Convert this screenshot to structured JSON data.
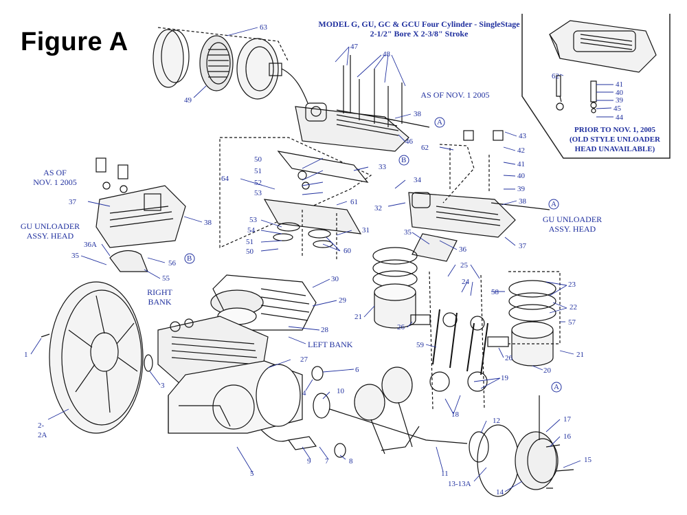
{
  "figure_title": "Figure A",
  "model_header": {
    "line1": "MODEL G, GU, GC & GCU Four Cylinder - SingleStage",
    "line2": "2-1/2\" Bore X 2-3/8\" Stroke"
  },
  "notes": {
    "as_of_nov_top": "AS OF NOV. 1 2005",
    "as_of_left_1": "AS OF",
    "as_of_left_2": "NOV. 1 2005",
    "gu_unloader_left_1": "GU UNLOADER",
    "gu_unloader_left_2": "ASSY. HEAD",
    "gu_unloader_right_1": "GU UNLOADER",
    "gu_unloader_right_2": "ASSY. HEAD",
    "prior_1": "PRIOR TO NOV. 1, 2005",
    "prior_2": "(OLD STYLE UNLOADER",
    "prior_3": "HEAD UNAVAILABLE)",
    "right_bank_1": "RIGHT",
    "right_bank_2": "BANK",
    "left_bank": "LEFT BANK"
  },
  "callouts": [
    {
      "id": "c63",
      "label": "63"
    },
    {
      "id": "c47",
      "label": "47"
    },
    {
      "id": "c48",
      "label": "48"
    },
    {
      "id": "c49",
      "label": "49"
    },
    {
      "id": "c38a",
      "label": "38"
    },
    {
      "id": "c46",
      "label": "46"
    },
    {
      "id": "c62a",
      "label": "62"
    },
    {
      "id": "c41a",
      "label": "41"
    },
    {
      "id": "c40a",
      "label": "40"
    },
    {
      "id": "c39a",
      "label": "39"
    },
    {
      "id": "c45",
      "label": "45"
    },
    {
      "id": "c44",
      "label": "44"
    },
    {
      "id": "c43",
      "label": "43"
    },
    {
      "id": "c42",
      "label": "42"
    },
    {
      "id": "c62b",
      "label": "62"
    },
    {
      "id": "c41b",
      "label": "41"
    },
    {
      "id": "c40b",
      "label": "40"
    },
    {
      "id": "c39b",
      "label": "39"
    },
    {
      "id": "c38b",
      "label": "38"
    },
    {
      "id": "c50a",
      "label": "50"
    },
    {
      "id": "c51a",
      "label": "51"
    },
    {
      "id": "c52",
      "label": "52"
    },
    {
      "id": "c53a",
      "label": "53"
    },
    {
      "id": "c33",
      "label": "33"
    },
    {
      "id": "c64",
      "label": "64"
    },
    {
      "id": "c61",
      "label": "61"
    },
    {
      "id": "c34",
      "label": "34"
    },
    {
      "id": "c32",
      "label": "32"
    },
    {
      "id": "c37a",
      "label": "37"
    },
    {
      "id": "c38c",
      "label": "38"
    },
    {
      "id": "c53b",
      "label": "53"
    },
    {
      "id": "c54",
      "label": "54"
    },
    {
      "id": "c51b",
      "label": "51"
    },
    {
      "id": "c50b",
      "label": "50"
    },
    {
      "id": "c31",
      "label": "31"
    },
    {
      "id": "c60",
      "label": "60"
    },
    {
      "id": "c35a",
      "label": "35"
    },
    {
      "id": "c36",
      "label": "36"
    },
    {
      "id": "c37b",
      "label": "37"
    },
    {
      "id": "c36a",
      "label": "36A"
    },
    {
      "id": "c56",
      "label": "56"
    },
    {
      "id": "c35b",
      "label": "35"
    },
    {
      "id": "c55",
      "label": "55"
    },
    {
      "id": "c25",
      "label": "25"
    },
    {
      "id": "c24",
      "label": "24"
    },
    {
      "id": "c58",
      "label": "58"
    },
    {
      "id": "c23",
      "label": "23"
    },
    {
      "id": "c22",
      "label": "22"
    },
    {
      "id": "c57",
      "label": "57"
    },
    {
      "id": "c30",
      "label": "30"
    },
    {
      "id": "c29",
      "label": "29"
    },
    {
      "id": "c21a",
      "label": "21"
    },
    {
      "id": "c26a",
      "label": "26"
    },
    {
      "id": "c28",
      "label": "28"
    },
    {
      "id": "c59",
      "label": "59"
    },
    {
      "id": "c26b",
      "label": "26"
    },
    {
      "id": "c21b",
      "label": "21"
    },
    {
      "id": "c20",
      "label": "20"
    },
    {
      "id": "c1",
      "label": "1"
    },
    {
      "id": "c3",
      "label": "3"
    },
    {
      "id": "c27",
      "label": "27"
    },
    {
      "id": "c6",
      "label": "6"
    },
    {
      "id": "c19",
      "label": "19"
    },
    {
      "id": "c4",
      "label": "4"
    },
    {
      "id": "c10",
      "label": "10"
    },
    {
      "id": "c18",
      "label": "18"
    },
    {
      "id": "c2",
      "label": "2-"
    },
    {
      "id": "c2a",
      "label": "2A"
    },
    {
      "id": "c17",
      "label": "17"
    },
    {
      "id": "c12",
      "label": "12"
    },
    {
      "id": "c16",
      "label": "16"
    },
    {
      "id": "c9",
      "label": "9"
    },
    {
      "id": "c7",
      "label": "7"
    },
    {
      "id": "c8",
      "label": "8"
    },
    {
      "id": "c15",
      "label": "15"
    },
    {
      "id": "c5",
      "label": "5"
    },
    {
      "id": "c11",
      "label": "11"
    },
    {
      "id": "c13",
      "label": "13-13A"
    },
    {
      "id": "c14",
      "label": "14"
    }
  ],
  "ref_markers": {
    "a": "A",
    "b": "B"
  },
  "colors": {
    "callout": "#1f2f9e",
    "line": "#1f2f9e",
    "drawing": "#111111"
  }
}
